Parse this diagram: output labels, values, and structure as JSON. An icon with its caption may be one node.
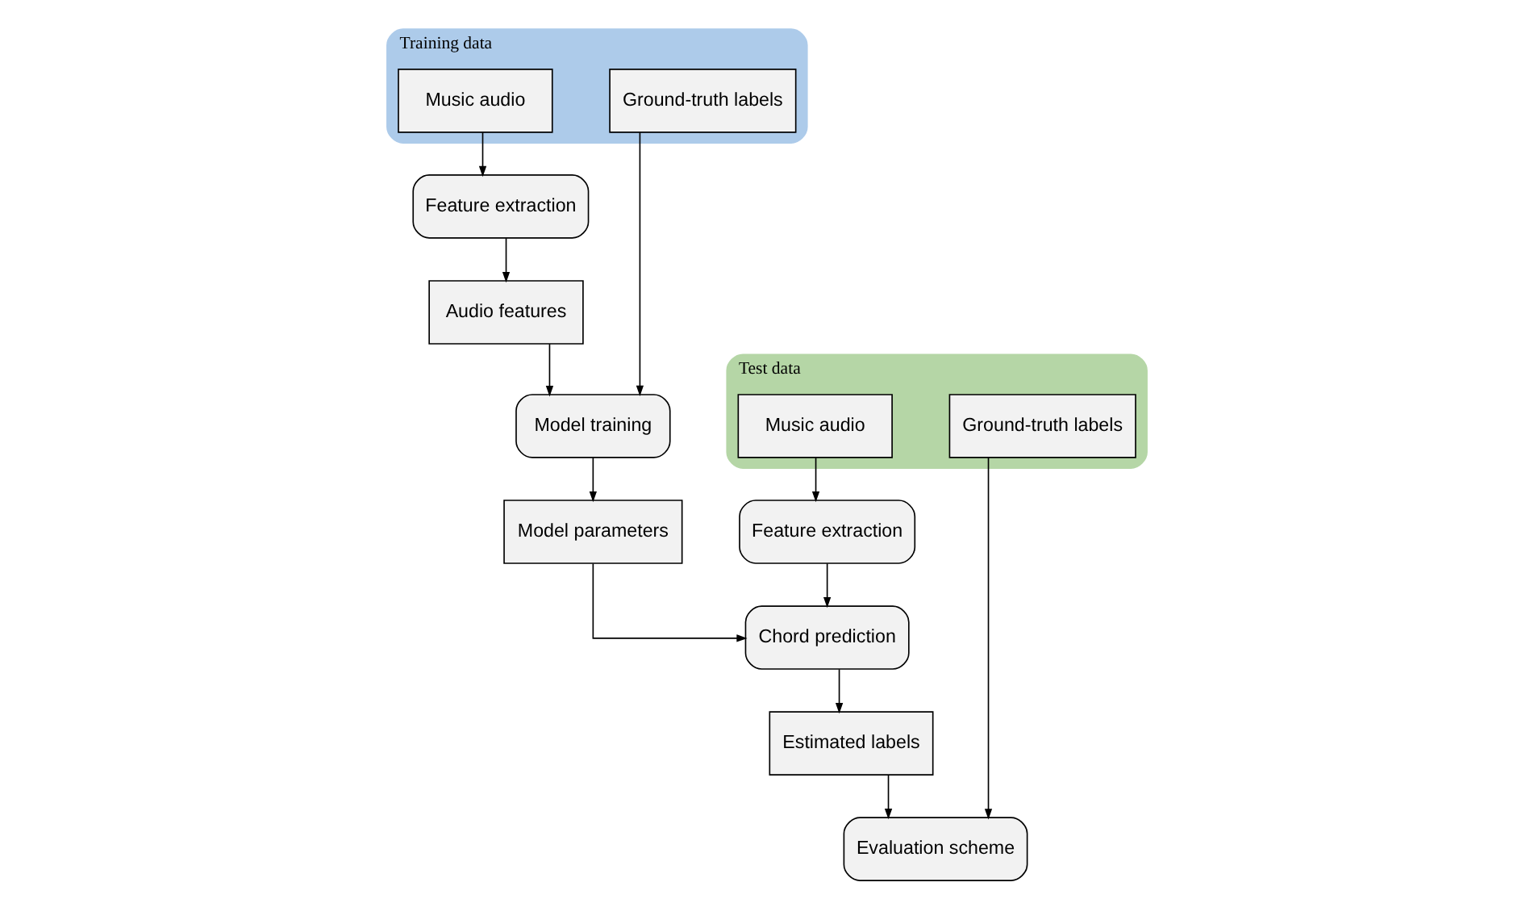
{
  "diagram": {
    "nodes": [
      {
        "text": [
          "Training data"
        ]
      },
      {
        "text": [
          "Music audio"
        ],
        "in": 0
      },
      {
        "text": [
          "Ground-truth labels"
        ],
        "in": 0
      },
      {
        "text": [
          "Feature extraction"
        ]
      },
      {
        "text": [
          "Model training"
        ]
      },
      {
        "text": [
          "Audio features"
        ]
      },
      {
        "text": [
          "Model parameters"
        ]
      },
      {
        "text": [
          "Test data"
        ]
      },
      {
        "text": [
          "Music audio"
        ],
        "in": 7
      },
      {
        "text": [
          "Ground-truth labels"
        ],
        "in": 7
      },
      {
        "text": [
          "Feature extraction"
        ]
      },
      {
        "text": [
          "Chord prediction"
        ]
      },
      {
        "text": [
          "Estimated labels"
        ]
      },
      {
        "text": [
          "Evaluation scheme"
        ]
      }
    ],
    "edges": [
      {
        "from": 1,
        "to": 3,
        "arrow": "to"
      },
      {
        "from": 2,
        "to": 4,
        "arrow": "to"
      },
      {
        "from": 3,
        "to": 5,
        "arrow": "to"
      },
      {
        "from": 5,
        "to": 4,
        "arrow": "to"
      },
      {
        "from": 4,
        "to": 6,
        "arrow": "to"
      },
      {
        "from": 6,
        "to": 11,
        "arrow": "to"
      },
      {
        "from": 8,
        "to": 10,
        "arrow": "to"
      },
      {
        "from": 10,
        "to": 11,
        "arrow": "to"
      },
      {
        "from": 11,
        "to": 12,
        "arrow": "to"
      },
      {
        "from": 12,
        "to": 13,
        "arrow": "to"
      },
      {
        "from": 9,
        "to": 13,
        "arrow": "to"
      }
    ]
  }
}
